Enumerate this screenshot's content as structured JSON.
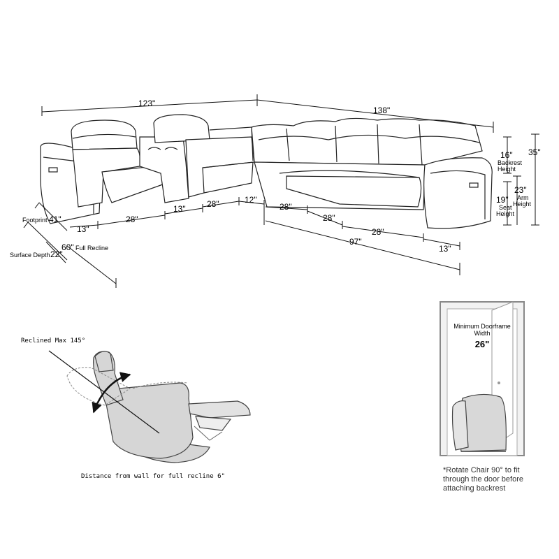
{
  "sectional": {
    "overall_width_left": "123\"",
    "overall_width_right": "138\"",
    "footprint_label": "Footprint",
    "footprint_value": "41\"",
    "surface_depth_label": "Surface Depth",
    "surface_depth_value": "22\"",
    "full_recline_value": "60\"",
    "full_recline_label": "Full Recline",
    "left_segments": [
      "13\"",
      "28\"",
      "13\"",
      "28\""
    ],
    "corner_segment": "12\"",
    "right_segments": [
      "28\"",
      "28\"",
      "28\"",
      "13\""
    ],
    "right_total": "97\"",
    "backrest_height_value": "16\"",
    "backrest_height_label_1": "Backrest",
    "backrest_height_label_2": "Height",
    "seat_height_value": "19\"",
    "seat_height_label_1": "Seat",
    "seat_height_label_2": "Height",
    "arm_height_value": "23\"",
    "arm_height_label_1": "Arm",
    "arm_height_label_2": "Height",
    "total_height_value": "35\""
  },
  "recline": {
    "angle_label": "Reclined Max 145°",
    "wall_distance_label": "Distance from wall for full recline 6\""
  },
  "doorframe": {
    "title_1": "Minimum Doorframe",
    "title_2": "Width",
    "width_value": "26\"",
    "note_1": "*Rotate Chair 90° to fit",
    "note_2": "through the door before",
    "note_3": "attaching backrest"
  }
}
